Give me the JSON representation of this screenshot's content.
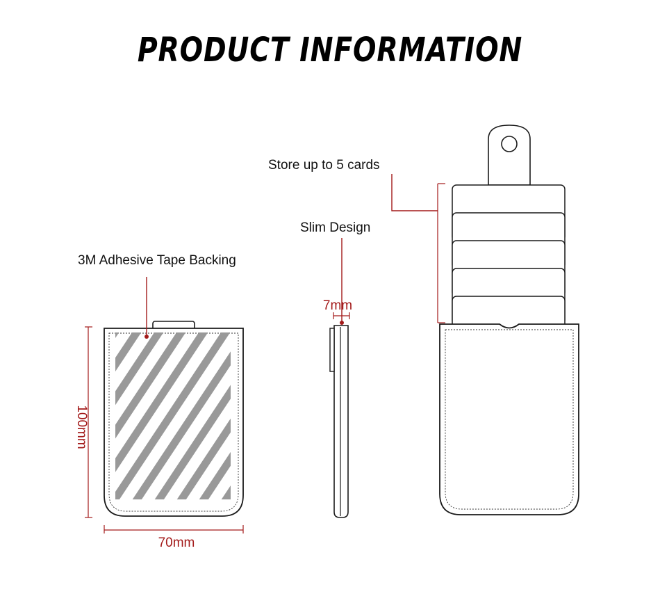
{
  "title": "PRODUCT INFORMATION",
  "labels": {
    "adhesive": "3M Adhesive Tape Backing",
    "slim": "Slim Design",
    "cards": "Store up to 5 cards"
  },
  "dimensions": {
    "height": "100mm",
    "width": "70mm",
    "thickness": "7mm"
  },
  "colors": {
    "outline": "#1a1a1a",
    "dimension": "#a31a1a",
    "stripe": "#999999"
  },
  "card_slots": 5
}
